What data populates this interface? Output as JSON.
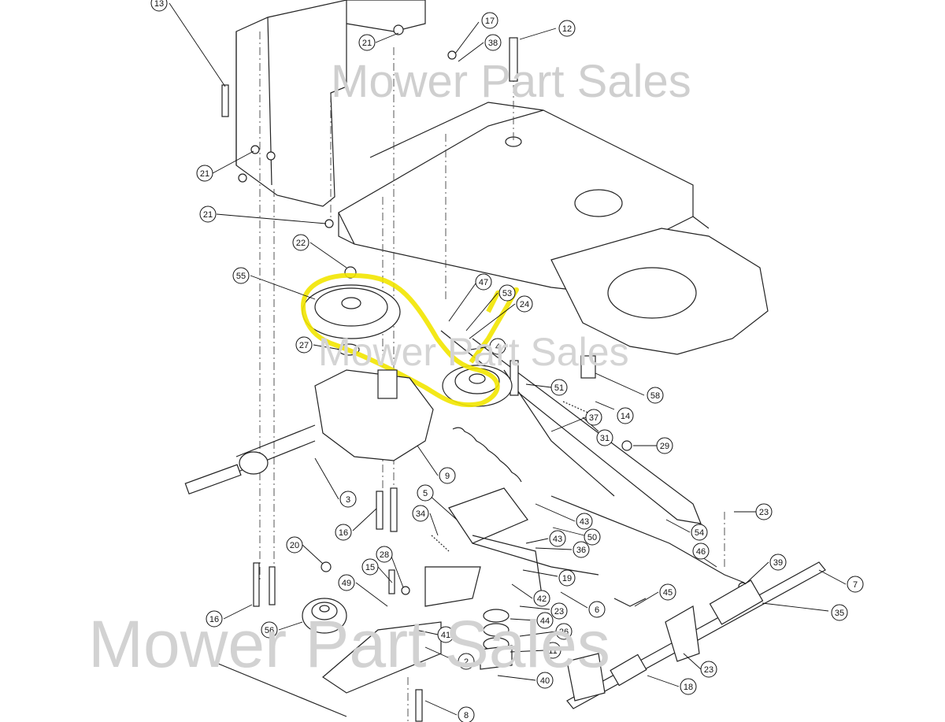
{
  "watermark": {
    "top": "Mower Part Sales",
    "middle": "Mower Part Sales",
    "bottom": "Mower Part Sales"
  },
  "highlight_color": "#f2e600",
  "callouts": [
    {
      "id": "c13",
      "label": "13"
    },
    {
      "id": "c21a",
      "label": "21"
    },
    {
      "id": "c17",
      "label": "17"
    },
    {
      "id": "c38",
      "label": "38"
    },
    {
      "id": "c12",
      "label": "12"
    },
    {
      "id": "c21b",
      "label": "21"
    },
    {
      "id": "c21c",
      "label": "21"
    },
    {
      "id": "c22",
      "label": "22"
    },
    {
      "id": "c55",
      "label": "55"
    },
    {
      "id": "c47",
      "label": "47"
    },
    {
      "id": "c53",
      "label": "53"
    },
    {
      "id": "c24",
      "label": "24"
    },
    {
      "id": "c27",
      "label": "27"
    },
    {
      "id": "c4",
      "label": "4"
    },
    {
      "id": "c51",
      "label": "51"
    },
    {
      "id": "c58",
      "label": "58"
    },
    {
      "id": "c37",
      "label": "37"
    },
    {
      "id": "c14",
      "label": "14"
    },
    {
      "id": "c31",
      "label": "31"
    },
    {
      "id": "c29",
      "label": "29"
    },
    {
      "id": "c9",
      "label": "9"
    },
    {
      "id": "c3",
      "label": "3"
    },
    {
      "id": "c5",
      "label": "5"
    },
    {
      "id": "c34",
      "label": "34"
    },
    {
      "id": "c43a",
      "label": "43"
    },
    {
      "id": "c23a",
      "label": "23"
    },
    {
      "id": "c54",
      "label": "54"
    },
    {
      "id": "c16a",
      "label": "16"
    },
    {
      "id": "c43b",
      "label": "43"
    },
    {
      "id": "c36",
      "label": "36"
    },
    {
      "id": "c50",
      "label": "50"
    },
    {
      "id": "c46",
      "label": "46"
    },
    {
      "id": "c20",
      "label": "20"
    },
    {
      "id": "c28",
      "label": "28"
    },
    {
      "id": "c15",
      "label": "15"
    },
    {
      "id": "c39",
      "label": "39"
    },
    {
      "id": "c7",
      "label": "7"
    },
    {
      "id": "c19",
      "label": "19"
    },
    {
      "id": "c49",
      "label": "49"
    },
    {
      "id": "c42",
      "label": "42"
    },
    {
      "id": "c45",
      "label": "45"
    },
    {
      "id": "c6",
      "label": "6"
    },
    {
      "id": "c23b",
      "label": "23"
    },
    {
      "id": "c35",
      "label": "35"
    },
    {
      "id": "c16b",
      "label": "16"
    },
    {
      "id": "c44",
      "label": "44"
    },
    {
      "id": "c56",
      "label": "56"
    },
    {
      "id": "c41",
      "label": "41"
    },
    {
      "id": "c26",
      "label": "26"
    },
    {
      "id": "c11",
      "label": "11"
    },
    {
      "id": "c2",
      "label": "2"
    },
    {
      "id": "c23c",
      "label": "23"
    },
    {
      "id": "c40",
      "label": "40"
    },
    {
      "id": "c18",
      "label": "18"
    },
    {
      "id": "c8",
      "label": "8"
    }
  ]
}
